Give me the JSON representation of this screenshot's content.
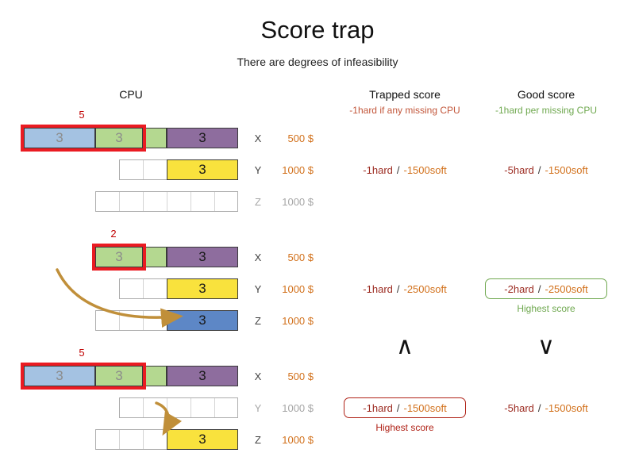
{
  "title": "Score trap",
  "subtitle": "There are degrees of infeasibility",
  "headers": {
    "cpu": "CPU",
    "trapped": "Trapped score",
    "trapped_note": "-1hard if any missing CPU",
    "good": "Good score",
    "good_note": "-1hard per missing CPU"
  },
  "compare": {
    "trapped": "∧",
    "good": "∨"
  },
  "highest_label": "Highest score",
  "colors": {
    "red_frame": "#ea1b22",
    "overload_text": "#c00000",
    "hard_score": "#9c2b21",
    "soft_score": "#d2711c",
    "good_green": "#6fa84f",
    "arrow_gold": "#c08f3a",
    "block_blue": "#a4c2e2",
    "block_green": "#b4d890",
    "block_purple": "#8e6d9e",
    "block_yellow": "#f9e23d",
    "block_dark_blue": "#5d87c6"
  },
  "g1": {
    "overload": "5",
    "x": {
      "label": "X",
      "cost": "500 $",
      "blue": "3",
      "green": "3",
      "purple": "3"
    },
    "y": {
      "label": "Y",
      "cost": "1000 $",
      "yellow": "3"
    },
    "z": {
      "label": "Z",
      "cost": "1000 $"
    },
    "trapped": {
      "hard": "-1hard",
      "slash": "/",
      "soft": "-1500soft"
    },
    "good": {
      "hard": "-5hard",
      "slash": "/",
      "soft": "-1500soft"
    }
  },
  "g2": {
    "overload": "2",
    "x": {
      "label": "X",
      "cost": "500 $",
      "green": "3",
      "purple": "3"
    },
    "y": {
      "label": "Y",
      "cost": "1000 $",
      "yellow": "3"
    },
    "z": {
      "label": "Z",
      "cost": "1000 $",
      "blue": "3"
    },
    "trapped": {
      "hard": "-1hard",
      "slash": "/",
      "soft": "-2500soft"
    },
    "good": {
      "hard": "-2hard",
      "slash": "/",
      "soft": "-2500soft"
    }
  },
  "g3": {
    "overload": "5",
    "x": {
      "label": "X",
      "cost": "500 $",
      "blue": "3",
      "green": "3",
      "purple": "3"
    },
    "y": {
      "label": "Y",
      "cost": "1000 $"
    },
    "z": {
      "label": "Z",
      "cost": "1000 $",
      "yellow": "3"
    },
    "trapped": {
      "hard": "-1hard",
      "slash": "/",
      "soft": "-1500soft"
    },
    "good": {
      "hard": "-5hard",
      "slash": "/",
      "soft": "-1500soft"
    }
  }
}
